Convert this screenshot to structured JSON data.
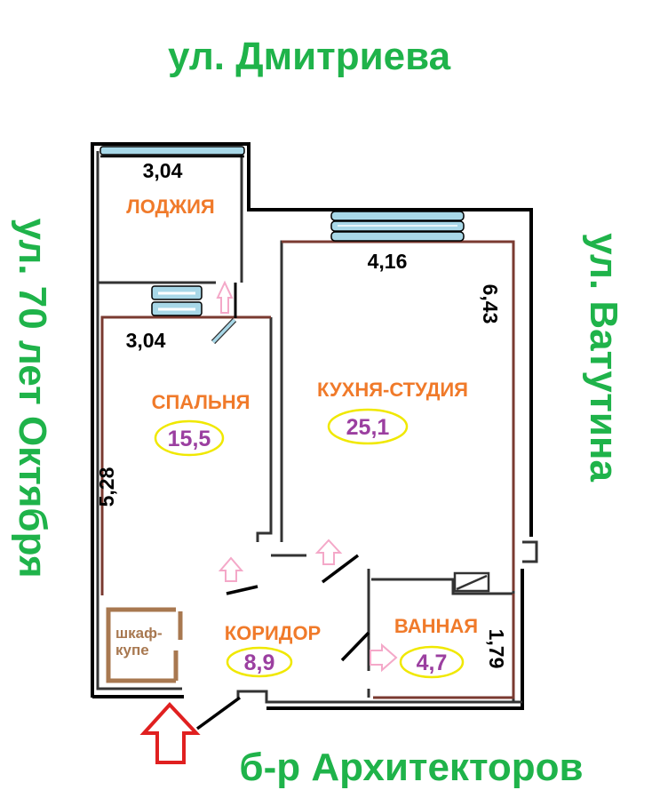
{
  "streets": {
    "top": "ул. Дмитриева",
    "left": "ул. 70 лет Октября",
    "right": "ул. Ватутина",
    "bottom": "б-р Архитекторов"
  },
  "rooms": {
    "loggia": {
      "name": "ЛОДЖИЯ",
      "width": "3,04"
    },
    "bedroom": {
      "name": "СПАЛЬНЯ",
      "area": "15,5",
      "width": "3,04",
      "length": "5,28"
    },
    "kitchen": {
      "name": "КУХНЯ-СТУДИЯ",
      "area": "25,1",
      "width": "4,16",
      "length": "6,43"
    },
    "corridor": {
      "name": "КОРИДОР",
      "area": "8,9"
    },
    "bathroom": {
      "name": "ВАННАЯ",
      "area": "4,7",
      "length": "1,79"
    },
    "closet": {
      "line1": "шкаф-",
      "line2": "купе"
    }
  },
  "colors": {
    "street": "#1fb34a",
    "room": "#f07a2a",
    "area": "#9b3fa0",
    "ellipse": "#f0e800",
    "wall_inner": "#7a3a30",
    "window": "#a8d8e8",
    "entrance_arrow": "#e02020",
    "door_arrow": "#f4a8c8"
  }
}
